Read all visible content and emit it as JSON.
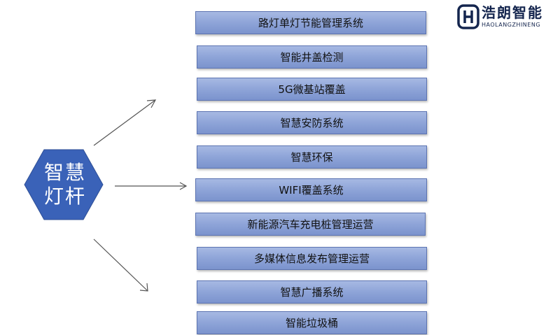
{
  "logo": {
    "name": "浩朗智能",
    "subtitle": "HAOLANGZHINENG",
    "brand_color": "#14254e"
  },
  "hub": {
    "label_line1": "智慧",
    "label_line2": "灯杆",
    "fill_color": "#3a62b8"
  },
  "arrows": {
    "color": "#555555",
    "count": 3
  },
  "functions": [
    "路灯单灯节能管理系统",
    "智能井盖检测",
    "5G微基站覆盖",
    "智慧安防系统",
    "智慧环保",
    "WIFI覆盖系统",
    "新能源汽车充电桩管理运营",
    "多媒体信息发布管理运营",
    "智慧广播系统",
    "智能垃圾桶"
  ],
  "box_colors": {
    "top": "#a7b9e3",
    "bottom": "#7b93cd",
    "border": "#5c74b2"
  }
}
